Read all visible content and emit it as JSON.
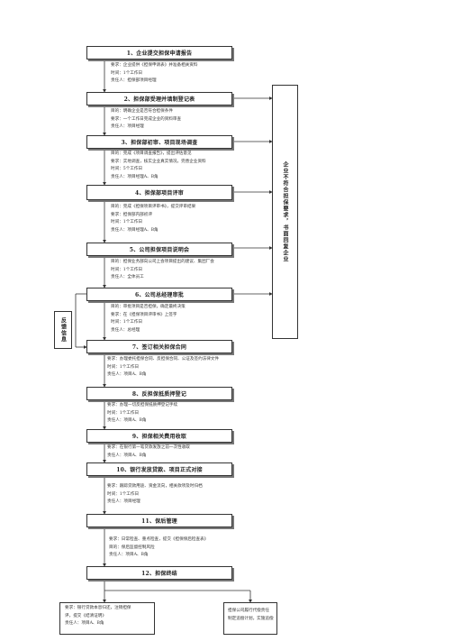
{
  "steps": [
    {
      "label": "1、企业提交担保申请报告"
    },
    {
      "label": "2、担保部受理并填制登记表"
    },
    {
      "label": "3、担保部初审、项目现场调查"
    },
    {
      "label": "4、担保部项目评审"
    },
    {
      "label": "5、公司担保项目说明会"
    },
    {
      "label": "6、公司总经理审批"
    },
    {
      "label": "7、签订相关担保合同"
    },
    {
      "label": "8、反担保抵质押登记"
    },
    {
      "label": "9、担保相关费用收取"
    },
    {
      "label": "10、银行发放贷款、项目正式对接"
    },
    {
      "label": "11、保后管理"
    },
    {
      "label": "12、担保终结"
    }
  ],
  "descs": [
    [
      "要求：企业提供《担保申请表》并准备相关资料",
      "时间：1个工作日",
      "责任人：担保部项目经理"
    ],
    [
      "目的：明确企业是否符合担保条件",
      "要求：一个工作日完成企业的资料审查",
      "责任人：项目经理"
    ],
    [
      "目的：完成《项目调查报告》，提出评估意见",
      "要求：实地调查，核实企业真实情况，完善企业资料",
      "时间：5个工作日",
      "责任人：项目经理A、B角"
    ],
    [
      "目的：完成《担保项目评审书》，提交评审结果",
      "要求：担保部内部初评",
      "时间：1个工作日",
      "责任人：项目经理A、B角"
    ],
    [
      "目的：担保业务部向公司上会项目提出的建议、集团厂会",
      "时间：1个工作日",
      "责任人：全体员工"
    ],
    [
      "目的：审批项目是否担保，确定最终决策",
      "要求：在《担保项目评审书》上签字",
      "时间：1个工作日",
      "责任人：总经理"
    ],
    [
      "要求：办理委托担保合同、反担保合同、公证及签约法律文件",
      "时间：1个工作日",
      "责任人：项目A、B角"
    ],
    [
      "要求：办理一切反担保抵质押登记手续",
      "时间：1个工作日",
      "责任人：项目A、B角"
    ],
    [
      "要求：在银行第一笔贷款发放之前一次性收取",
      "责任人：项目A、B角"
    ],
    [
      "要求：跟踪贷款用途、资金流向，相关款项及时归档",
      "时间：1个工作日",
      "责任人：项目经理"
    ],
    [
      "要求：日常检查、重点检查，提交《担保保后检查表》",
      "目的：保后监督控制风险",
      "责任人：项目A、B角"
    ]
  ],
  "side_right": "企业不符合担保要求，书面回复企业",
  "side_left": "反馈信息",
  "bottom_left": [
    "要求：银行贷款本息归还，注销担保",
    "评，提交《结清证明》",
    "责任人：项目A、B角"
  ],
  "bottom_right": [
    "担保公司履行代偿责任",
    "制定追偿计划，实施追偿"
  ]
}
